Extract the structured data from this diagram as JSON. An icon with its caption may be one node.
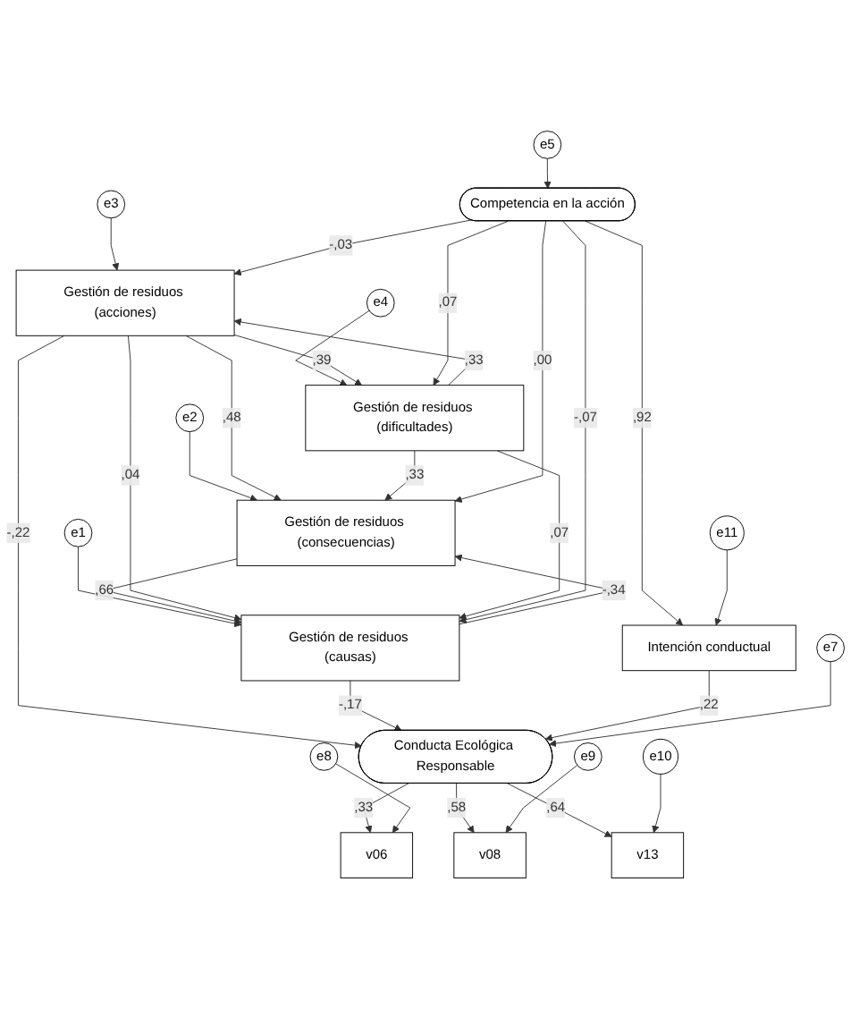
{
  "diagram": {
    "nodes": [
      {
        "text": [
          "e2"
        ]
      },
      {
        "text": [
          "e3"
        ]
      },
      {
        "text": [
          "Gestión de residuos (consecuencias)"
        ]
      },
      {
        "text": [
          "Gestión de residuos (acciones)"
        ]
      },
      {
        "text": [
          "e1"
        ]
      },
      {
        "text": [
          "e4"
        ]
      },
      {
        "text": [
          "Gestión de residuos (causas)"
        ]
      },
      {
        "text": [
          "Gestión de residuos (dificultades)"
        ]
      },
      {
        "text": [
          "Competencia en la acción"
        ]
      },
      {
        "text": [
          "e5"
        ]
      },
      {
        "text": [
          "Intención conductual"
        ]
      },
      {
        "text": [
          "e11"
        ]
      },
      {
        "text": [
          "e7"
        ]
      },
      {
        "text": [
          "Conducta Ecológica Responsable"
        ]
      },
      {
        "text": [
          "v06"
        ]
      },
      {
        "text": [
          "v08"
        ]
      },
      {
        "text": [
          "v13"
        ]
      },
      {
        "text": [
          "e8"
        ]
      },
      {
        "text": [
          "e9"
        ]
      },
      {
        "text": [
          "e10"
        ]
      }
    ],
    "edges": [
      {
        "from": 0,
        "to": 2,
        "arrow": "to"
      },
      {
        "from": 1,
        "to": 3,
        "arrow": "to"
      },
      {
        "from": 4,
        "to": 6,
        "arrow": "to"
      },
      {
        "from": 5,
        "to": 7,
        "arrow": "to"
      },
      {
        "from": 3,
        "to": 2,
        "arrow": "to",
        "label": ",48"
      },
      {
        "from": 6,
        "to": 2,
        "arrow": "to",
        "label": "-,34"
      },
      {
        "from": 2,
        "to": 6,
        "arrow": "to",
        "label": ",66"
      },
      {
        "from": 3,
        "to": 6,
        "arrow": "to",
        "label": ",04"
      },
      {
        "from": 7,
        "to": 2,
        "arrow": "to",
        "label": ",33"
      },
      {
        "from": 3,
        "to": 7,
        "arrow": "to",
        "label": ",39"
      },
      {
        "from": 7,
        "to": 3,
        "arrow": "to",
        "label": ",33"
      },
      {
        "from": 8,
        "to": 2,
        "arrow": "to",
        "label": ",00"
      },
      {
        "from": 8,
        "to": 3,
        "arrow": "to",
        "label": "-,03"
      },
      {
        "from": 7,
        "to": 6,
        "arrow": "to",
        "label": ",07"
      },
      {
        "from": 8,
        "to": 6,
        "arrow": "to",
        "label": "-,07"
      },
      {
        "from": 8,
        "to": 7,
        "arrow": "to",
        "label": ",07"
      },
      {
        "from": 9,
        "to": 8,
        "arrow": "to"
      },
      {
        "from": 8,
        "to": 10,
        "arrow": "to",
        "label": ",92"
      },
      {
        "from": 3,
        "to": 13,
        "arrow": "to",
        "label": "-,22"
      },
      {
        "from": 6,
        "to": 13,
        "arrow": "to",
        "label": "-,17"
      },
      {
        "from": 11,
        "to": 10,
        "arrow": "to"
      },
      {
        "from": 10,
        "to": 13,
        "arrow": "to",
        "label": ",22"
      },
      {
        "from": 12,
        "to": 13,
        "arrow": "to"
      },
      {
        "from": 13,
        "to": 14,
        "arrow": "to",
        "label": ",33"
      },
      {
        "from": 13,
        "to": 15,
        "arrow": "to",
        "label": ",58"
      },
      {
        "from": 13,
        "to": 16,
        "arrow": "to",
        "label": ",64"
      },
      {
        "from": 17,
        "to": 14,
        "arrow": "to"
      },
      {
        "from": 18,
        "to": 15,
        "arrow": "to"
      },
      {
        "from": 19,
        "to": 16,
        "arrow": "to"
      }
    ]
  }
}
